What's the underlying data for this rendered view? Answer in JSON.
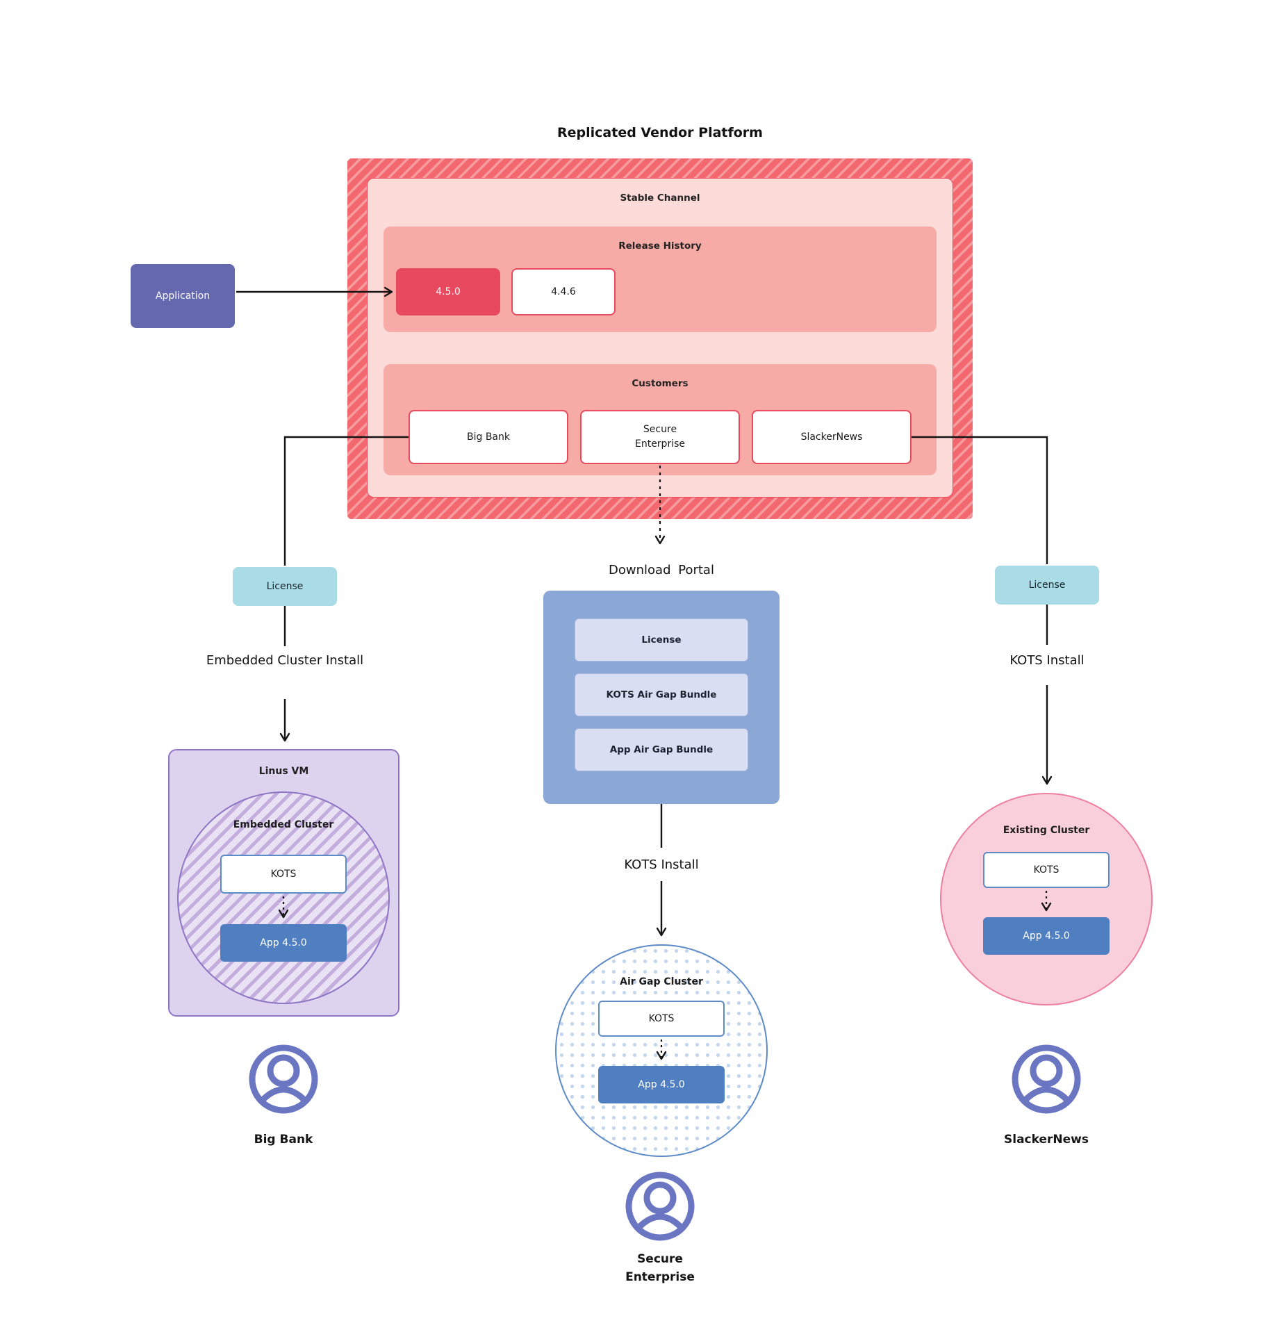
{
  "title": "Replicated Vendor Platform",
  "platform": {
    "stable_channel": "Stable Channel",
    "release_history": "Release History",
    "release_current": "4.5.0",
    "release_previous": "4.4.6",
    "customers": "Customers",
    "customer_big_bank": "Big Bank",
    "customer_secure_enterprise": "Secure Enterprise",
    "customer_slackernews": "SlackerNews"
  },
  "application": "Application",
  "left": {
    "license": "License",
    "install": "Embedded Cluster Install",
    "vm": "Linus VM",
    "cluster": "Embedded Cluster",
    "kots": "KOTS",
    "app": "App 4.5.0",
    "persona": "Big Bank"
  },
  "middle": {
    "portal": "Download Portal",
    "bundle_license": "License",
    "bundle_kots": "KOTS Air Gap Bundle",
    "bundle_app": "App Air Gap Bundle",
    "install": "KOTS Install",
    "cluster": "Air Gap Cluster",
    "kots": "KOTS",
    "app": "App 4.5.0",
    "persona": "Secure Enterprise"
  },
  "right": {
    "license": "License",
    "install": "KOTS Install",
    "cluster": "Existing Cluster",
    "kots": "KOTS",
    "app": "App 4.5.0",
    "persona": "SlackerNews"
  },
  "colors": {
    "crimson_accent": "#e8495e",
    "hatch_red": "#f2686e",
    "light_pink_panel": "#fcdbd8",
    "salmon_panel": "#f7aba6",
    "application_purple": "#6468ae",
    "license_teal": "#a9dce6",
    "portal_blue": "#8aa7d5",
    "bundle_lavender": "#dadef3",
    "app_blue": "#4f7ec1",
    "kots_border_blue": "#5d8bc7",
    "vm_lavender": "#ddd3ee",
    "vm_border_purple": "#8e74c4",
    "existing_cluster_pink": "#f9cfdb",
    "existing_cluster_border": "#ee7fa0",
    "persona_icon_purple": "#6b76c2",
    "connector_black": "#141414"
  }
}
